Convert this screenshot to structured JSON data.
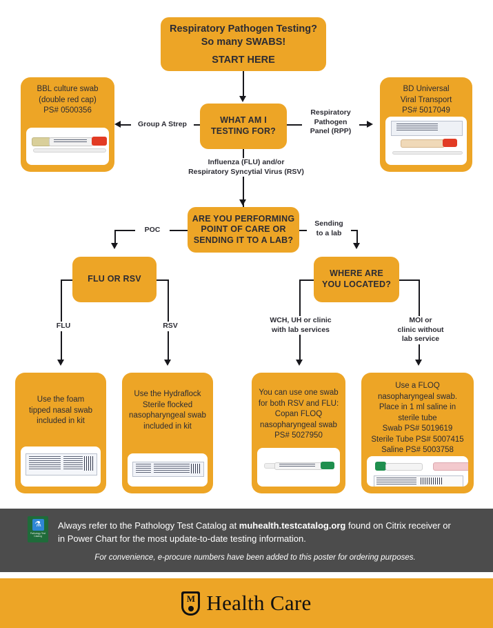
{
  "poster": {
    "start": {
      "line1": "Respiratory Pathogen Testing?\nSo many SWABS!",
      "line2": "START HERE"
    },
    "decisions": {
      "testing_for": "WHAT AM I\nTESTING FOR?",
      "poc_or_lab": "ARE YOU PERFORMING\nPOINT OF CARE OR\nSENDING IT TO A LAB?",
      "flu_or_rsv": "FLU OR RSV",
      "where_located": "WHERE ARE\nYOU LOCATED?"
    },
    "edges": {
      "group_a_strep": "Group A Strep",
      "rpp": "Respiratory\nPathogen\nPanel (RPP)",
      "flu_rsv": "Influenza (FLU) and/or\nRespiratory Syncytial Virus (RSV)",
      "poc": "POC",
      "sending_to_lab": "Sending\nto a lab",
      "flu": "FLU",
      "rsv": "RSV",
      "wch_uh": "WCH, UH or clinic\nwith lab services",
      "moi": "MOI or\nclinic without\nlab service"
    },
    "cards": {
      "bbl": "BBL culture swab\n(double red cap)\nPS# 0500356",
      "bd": "BD Universal\nViral Transport\nPS# 5017049",
      "foam": "Use the foam\ntipped nasal swab\nincluded in kit",
      "hydraflock": "Use the Hydraflock\nSterile flocked\nnasopharyngeal swab\nincluded in kit",
      "copan": "You can use one swab\nfor both RSV and FLU:\nCopan FLOQ\nnasopharyngeal swab\nPS# 5027950",
      "floq": "Use a FLOQ\nnasopharyngeal swab.\nPlace in 1 ml saline in\nsterile tube\nSwab PS# 5019619\nSterile Tube PS# 5007415\nSaline PS# 5003758"
    },
    "footer": {
      "icon_caption": "Pathology Test\nCatalog",
      "note_before": "Always refer to the Pathology Test Catalog at ",
      "note_link": "muhealth.testcatalog.org",
      "note_after": " found on Citrix receiver or in Power Chart for the most update-to-date testing information.",
      "italic_note": "For convenience, e-procure numbers have been added to this poster for ordering purposes.",
      "brand_letter": "M",
      "brand_text": "Health Care"
    },
    "colors": {
      "orange": "#eda526",
      "dark_footer": "#4c4c4c",
      "text": "#2b2b33",
      "line": "#17171c"
    }
  }
}
